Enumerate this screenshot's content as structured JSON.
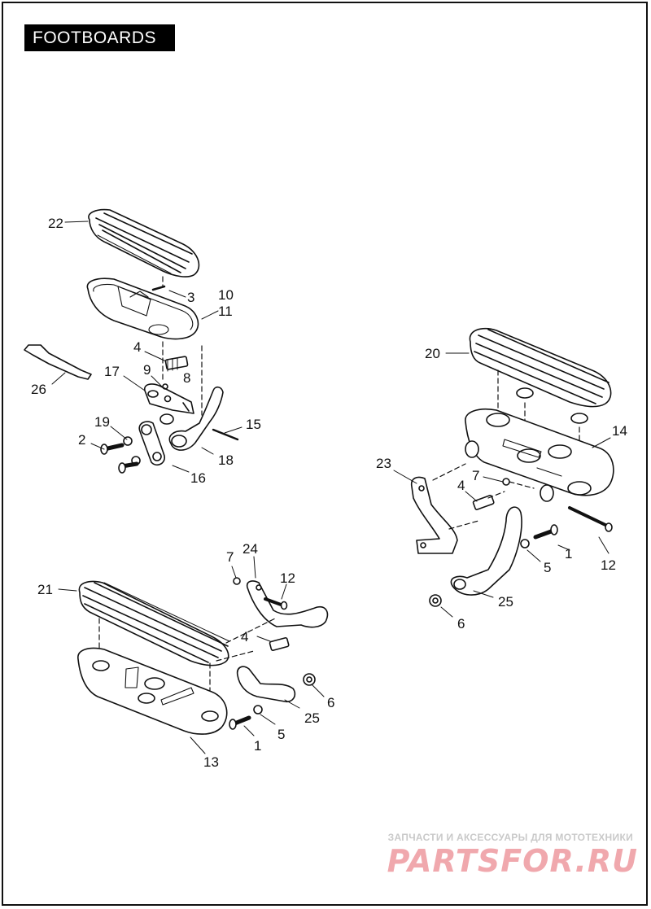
{
  "title": "FOOTBOARDS",
  "watermark": {
    "caption": "ЗАПЧАСТИ И АКСЕССУАРЫ ДЛЯ МОТОТЕХНИКИ",
    "logo": "PARTSFOR.RU"
  },
  "callouts": {
    "c22": "22",
    "c3": "3",
    "c10": "10",
    "c11": "11",
    "c4a": "4",
    "c26": "26",
    "c17": "17",
    "c9": "9",
    "c8": "8",
    "c15": "15",
    "c19": "19",
    "c2": "2",
    "c18": "18",
    "c16": "16",
    "c20": "20",
    "c14": "14",
    "c23": "23",
    "c7a": "7",
    "c4b": "4",
    "c1a": "1",
    "c12a": "12",
    "c5a": "5",
    "c25a": "25",
    "c6a": "6",
    "c7b": "7",
    "c24": "24",
    "c12b": "12",
    "c21": "21",
    "c4c": "4",
    "c6b": "6",
    "c25b": "25",
    "c5b": "5",
    "c1b": "1",
    "c13": "13"
  }
}
